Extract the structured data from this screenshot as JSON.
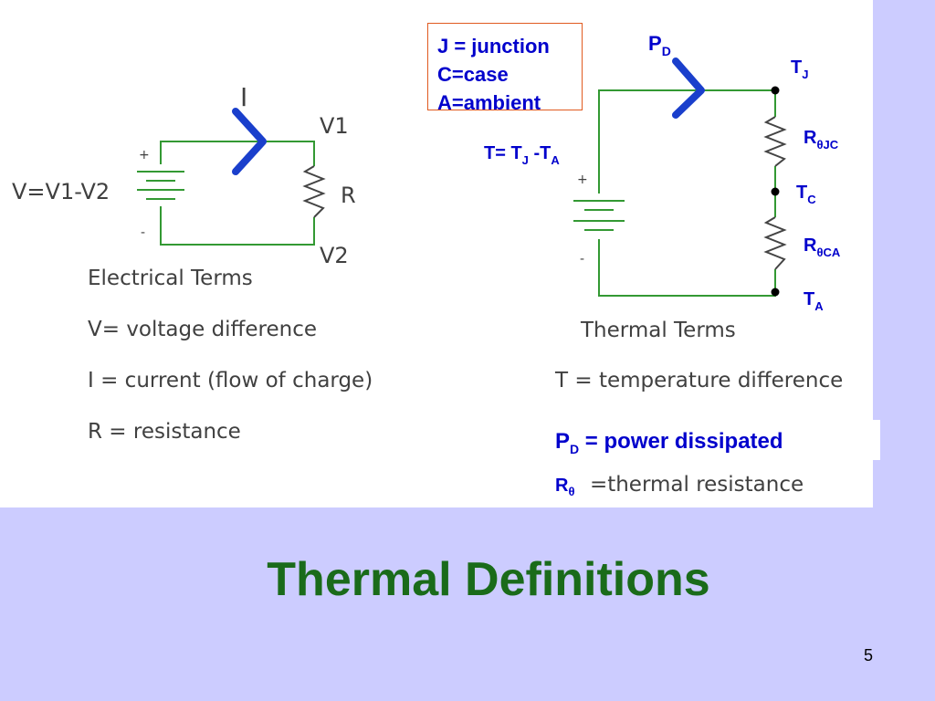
{
  "title": "Thermal Definitions",
  "page_number": "5",
  "legend": {
    "line1": "J = junction",
    "line2": "C=case",
    "line3": "A=ambient"
  },
  "electrical": {
    "current_label": "I",
    "v1_label": "V1",
    "v2_label": "V2",
    "r_label": "R",
    "voltage_label": "V=V1-V2",
    "plus": "+",
    "minus": "-",
    "heading": "Electrical Terms",
    "def_v": "V= voltage difference",
    "def_i": "I = current (flow of charge)",
    "def_r": "R = resistance"
  },
  "thermal": {
    "power": {
      "main": "P",
      "sub": "D"
    },
    "tj": {
      "main": "T",
      "sub": "J"
    },
    "rjc": {
      "main": "R",
      "sub": "θJC"
    },
    "tc": {
      "main": "T",
      "sub": "C"
    },
    "rca": {
      "main": "R",
      "sub": "θCA"
    },
    "ta": {
      "main": "T",
      "sub": "A"
    },
    "delta": {
      "part1": "T= T",
      "sub1": "J",
      "part2": " -T",
      "sub2": "A"
    },
    "plus": "+",
    "minus": "-",
    "heading": "Thermal Terms",
    "def_t": "T = temperature difference",
    "def_pd": {
      "main": "P",
      "sub": "D",
      "rest": " = power dissipated"
    },
    "def_r": {
      "main": "R",
      "sub": "θ",
      "rest": "=thermal resistance"
    }
  },
  "colors": {
    "wire": "#339933",
    "arrow": "#1a3fcc",
    "resistor": "#444444",
    "title": "#1a6b1a",
    "blue_text": "#0000cc",
    "legend_border": "#e05a20",
    "background": "#ccccff"
  }
}
